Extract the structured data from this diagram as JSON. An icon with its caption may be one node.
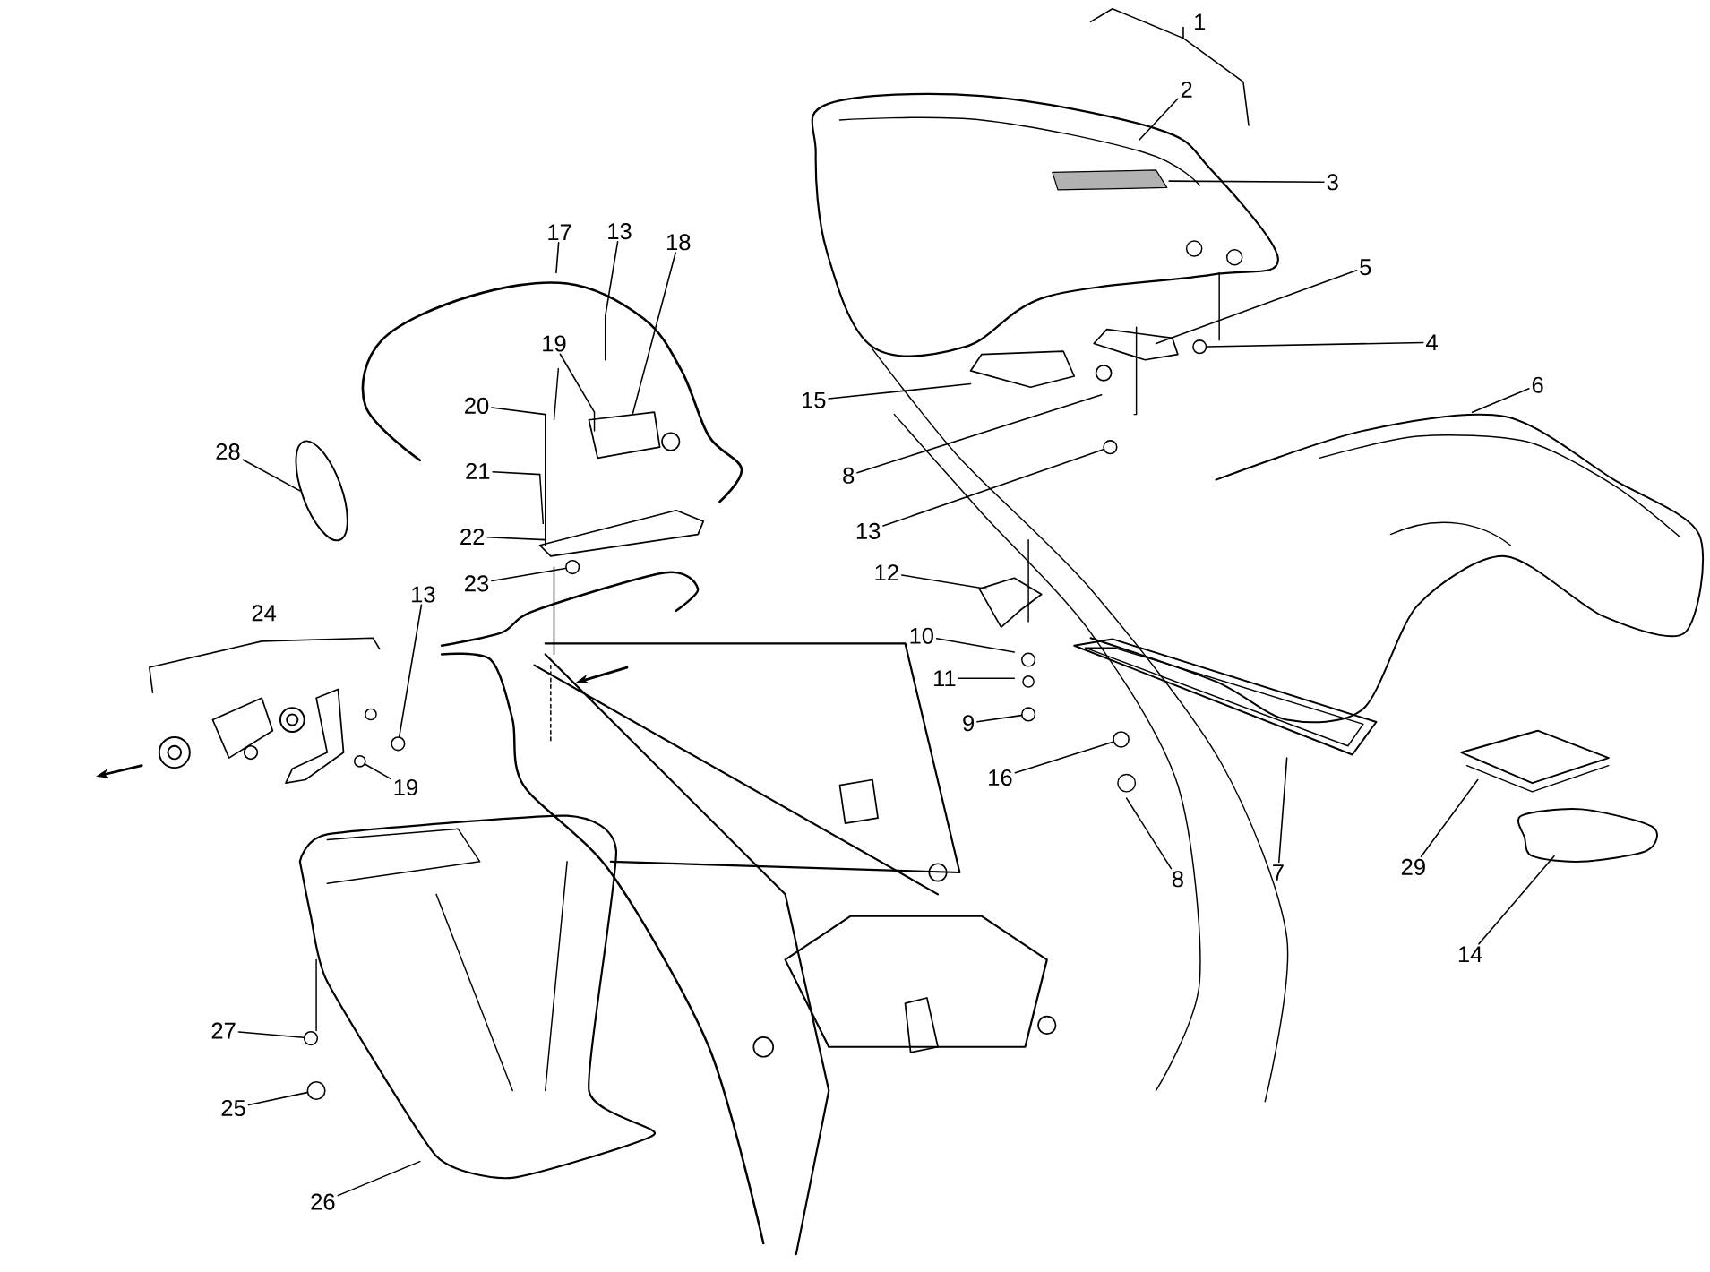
{
  "diagram": {
    "nodes": [
      {
        "text": [
          "2"
        ]
      },
      {
        "text": [
          "3"
        ]
      },
      {
        "text": [
          "17"
        ]
      },
      {
        "text": [
          "13"
        ]
      },
      {
        "text": [
          "18"
        ]
      },
      {
        "text": [
          "5"
        ]
      },
      {
        "text": [
          "4"
        ]
      },
      {
        "text": [
          "19"
        ]
      },
      {
        "text": [
          "6"
        ]
      },
      {
        "text": [
          "15"
        ]
      },
      {
        "text": [
          "20"
        ]
      },
      {
        "text": [
          "28"
        ]
      },
      {
        "text": [
          "21"
        ]
      },
      {
        "text": [
          "8"
        ]
      },
      {
        "text": [
          "13"
        ]
      },
      {
        "text": [
          "22"
        ]
      },
      {
        "text": [
          "12"
        ]
      },
      {
        "text": [
          "23"
        ]
      },
      {
        "text": [
          "13"
        ]
      },
      {
        "text": [
          "10"
        ]
      },
      {
        "text": [
          "11"
        ]
      },
      {
        "text": [
          "9"
        ]
      },
      {
        "text": [
          "16"
        ]
      },
      {
        "text": [
          "19"
        ]
      },
      {
        "text": [
          "29"
        ]
      },
      {
        "text": [
          "7"
        ]
      },
      {
        "text": [
          "8"
        ]
      },
      {
        "text": [
          "14"
        ]
      },
      {
        "text": [
          "27"
        ]
      },
      {
        "text": [
          "25"
        ]
      },
      {
        "text": [
          "26"
        ]
      },
      {
        "text": [],
        "shape": "circle"
      },
      {
        "text": [],
        "shape": "circle"
      },
      {
        "text": [],
        "shape": "circle"
      },
      {
        "text": [],
        "shape": "circle"
      },
      {
        "text": [],
        "shape": "circle"
      },
      {
        "text": [],
        "shape": "circle"
      },
      {
        "text": [],
        "shape": "circle"
      },
      {
        "text": [],
        "shape": "circle"
      },
      {
        "text": [],
        "shape": "circle"
      }
    ],
    "edges": [
      {
        "from": 0,
        "to": null,
        "arrow": "none"
      },
      {
        "from": 1,
        "to": null,
        "arrow": "none"
      },
      {
        "from": 2,
        "to": null,
        "arrow": "none"
      },
      {
        "from": 3,
        "to": null,
        "arrow": "none"
      },
      {
        "from": 4,
        "to": null,
        "arrow": "none"
      },
      {
        "from": 5,
        "to": null,
        "arrow": "none"
      },
      {
        "from": 6,
        "to": 31,
        "arrow": "none"
      },
      {
        "from": 7,
        "to": null,
        "arrow": "none"
      },
      {
        "from": 8,
        "to": null,
        "arrow": "none"
      },
      {
        "from": 9,
        "to": null,
        "arrow": "none"
      },
      {
        "from": 10,
        "to": null,
        "arrow": "none"
      },
      {
        "from": 11,
        "to": null,
        "arrow": "none"
      },
      {
        "from": 12,
        "to": null,
        "arrow": "none"
      },
      {
        "from": 13,
        "to": null,
        "arrow": "none"
      },
      {
        "from": 14,
        "to": 32,
        "arrow": "none"
      },
      {
        "from": 15,
        "to": null,
        "arrow": "none"
      },
      {
        "from": 16,
        "to": null,
        "arrow": "none"
      },
      {
        "from": 17,
        "to": 33,
        "arrow": "none"
      },
      {
        "from": 18,
        "to": 36,
        "arrow": "none"
      },
      {
        "from": 19,
        "to": null,
        "arrow": "none"
      },
      {
        "from": 20,
        "to": null,
        "arrow": "none"
      },
      {
        "from": 21,
        "to": 34,
        "arrow": "none"
      },
      {
        "from": 22,
        "to": 35,
        "arrow": "none"
      },
      {
        "from": 23,
        "to": 37,
        "arrow": "none"
      },
      {
        "from": 24,
        "to": null,
        "arrow": "none"
      },
      {
        "from": 25,
        "to": null,
        "arrow": "none"
      },
      {
        "from": 26,
        "to": null,
        "arrow": "none"
      },
      {
        "from": 27,
        "to": null,
        "arrow": "none"
      },
      {
        "from": 28,
        "to": 38,
        "arrow": "none"
      },
      {
        "from": 29,
        "to": 39,
        "arrow": "none"
      },
      {
        "from": 30,
        "to": null,
        "arrow": "none"
      }
    ],
    "labels": [
      "1",
      "24"
    ]
  }
}
